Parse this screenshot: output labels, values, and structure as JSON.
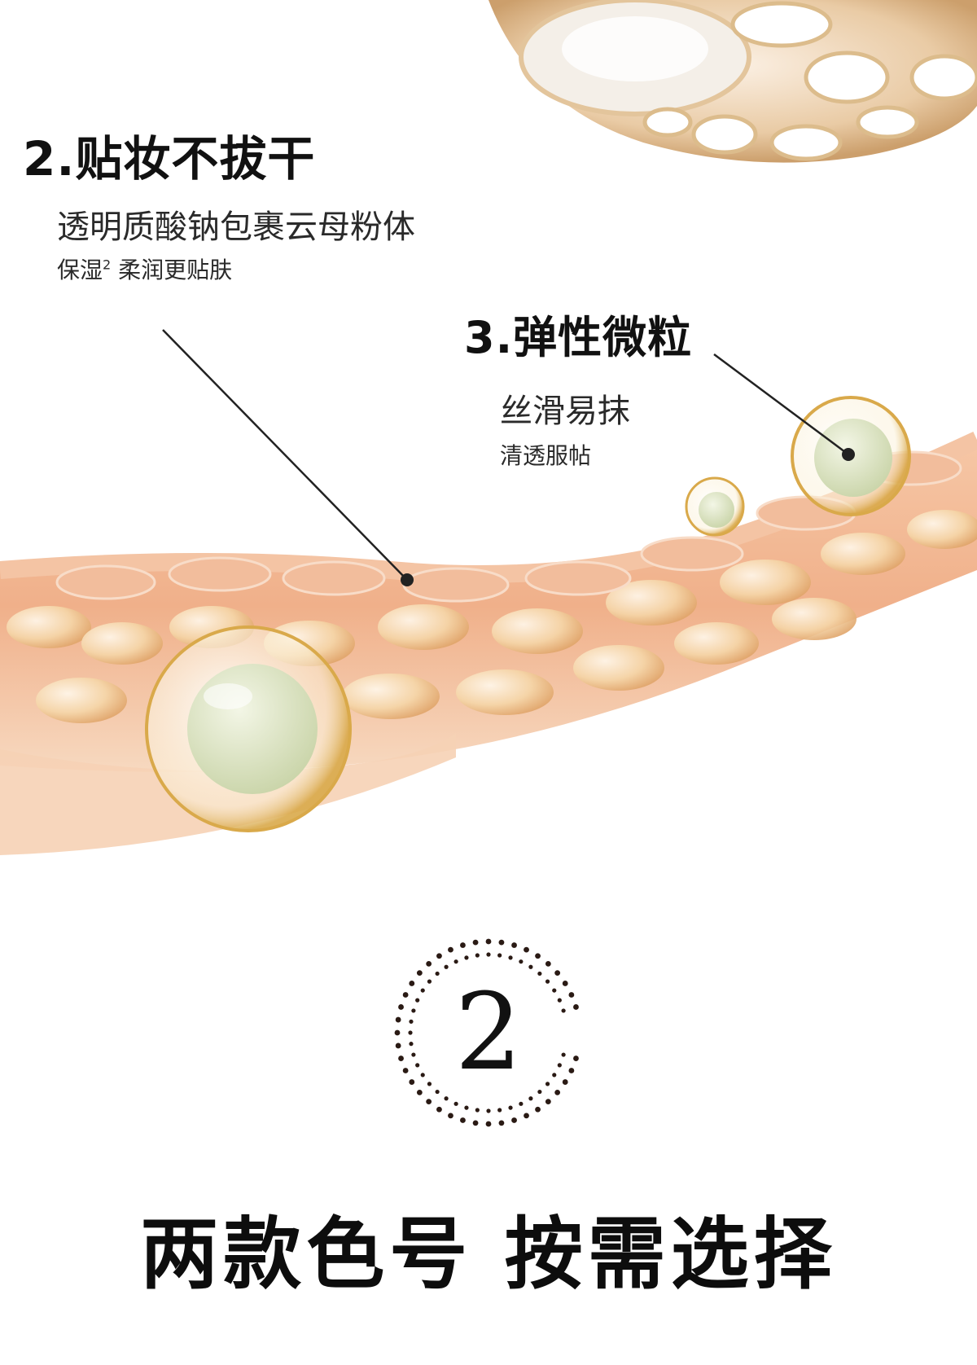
{
  "feature2": {
    "title": "2.贴妆不拔干",
    "line1": "透明质酸钠包裹云母粉体",
    "line2_main": "保湿",
    "line2_sup": "2",
    "line2_rest": " 柔润更贴肤"
  },
  "feature3": {
    "title": "3.弹性微粒",
    "line1": "丝滑易抹",
    "line2": "清透服帖"
  },
  "section": {
    "number": "2",
    "title": "两款色号 按需选择"
  },
  "colors": {
    "accent_peach": "#f1b48e",
    "bead_gold": "#e8c27a",
    "particle_green": "#d6dfbe"
  }
}
